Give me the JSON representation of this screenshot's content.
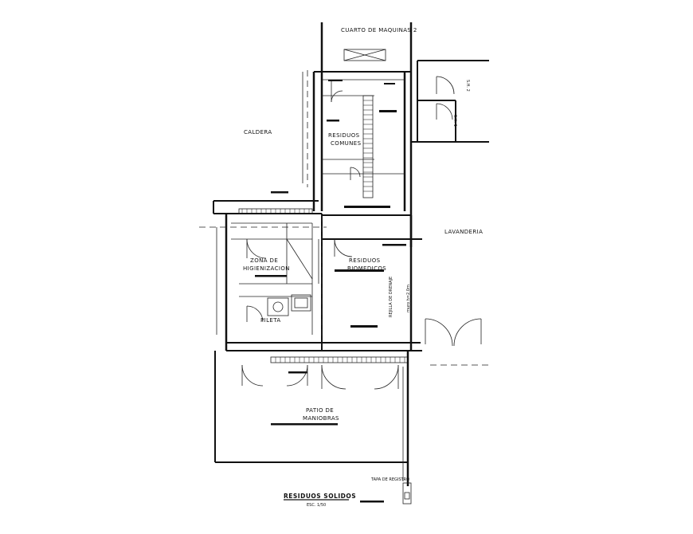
{
  "title": "RESIDUOS SOLIDOS",
  "scale": "ESC. 1/50",
  "rooms": {
    "cuarto_maquinas": "CUARTO DE MAQUINAS 2",
    "caldera": "CALDERA",
    "residuos_comunes_1": "RESIDUOS",
    "residuos_comunes_2": "COMUNES",
    "lavanderia": "LAVANDERIA",
    "zona_higienizacion_1": "ZONA DE",
    "zona_higienizacion_2": "HIGIENIZACION",
    "residuos_biomedicos_1": "RESIDUOS",
    "residuos_biomedicos_2": "BIOMEDICOS",
    "patio_maniobras_1": "PATIO DE",
    "patio_maniobras_2": "MANIOBRAS",
    "ssh_1": "S.H. 2",
    "ssh_2": "S.H. 1",
    "pileta": "PILETA"
  },
  "notes": {
    "tapa_registro": "TAPA DE REGISTRO",
    "muro": "muro h=2.0m",
    "rejilla": "REJILLA DE DRENAJE"
  }
}
